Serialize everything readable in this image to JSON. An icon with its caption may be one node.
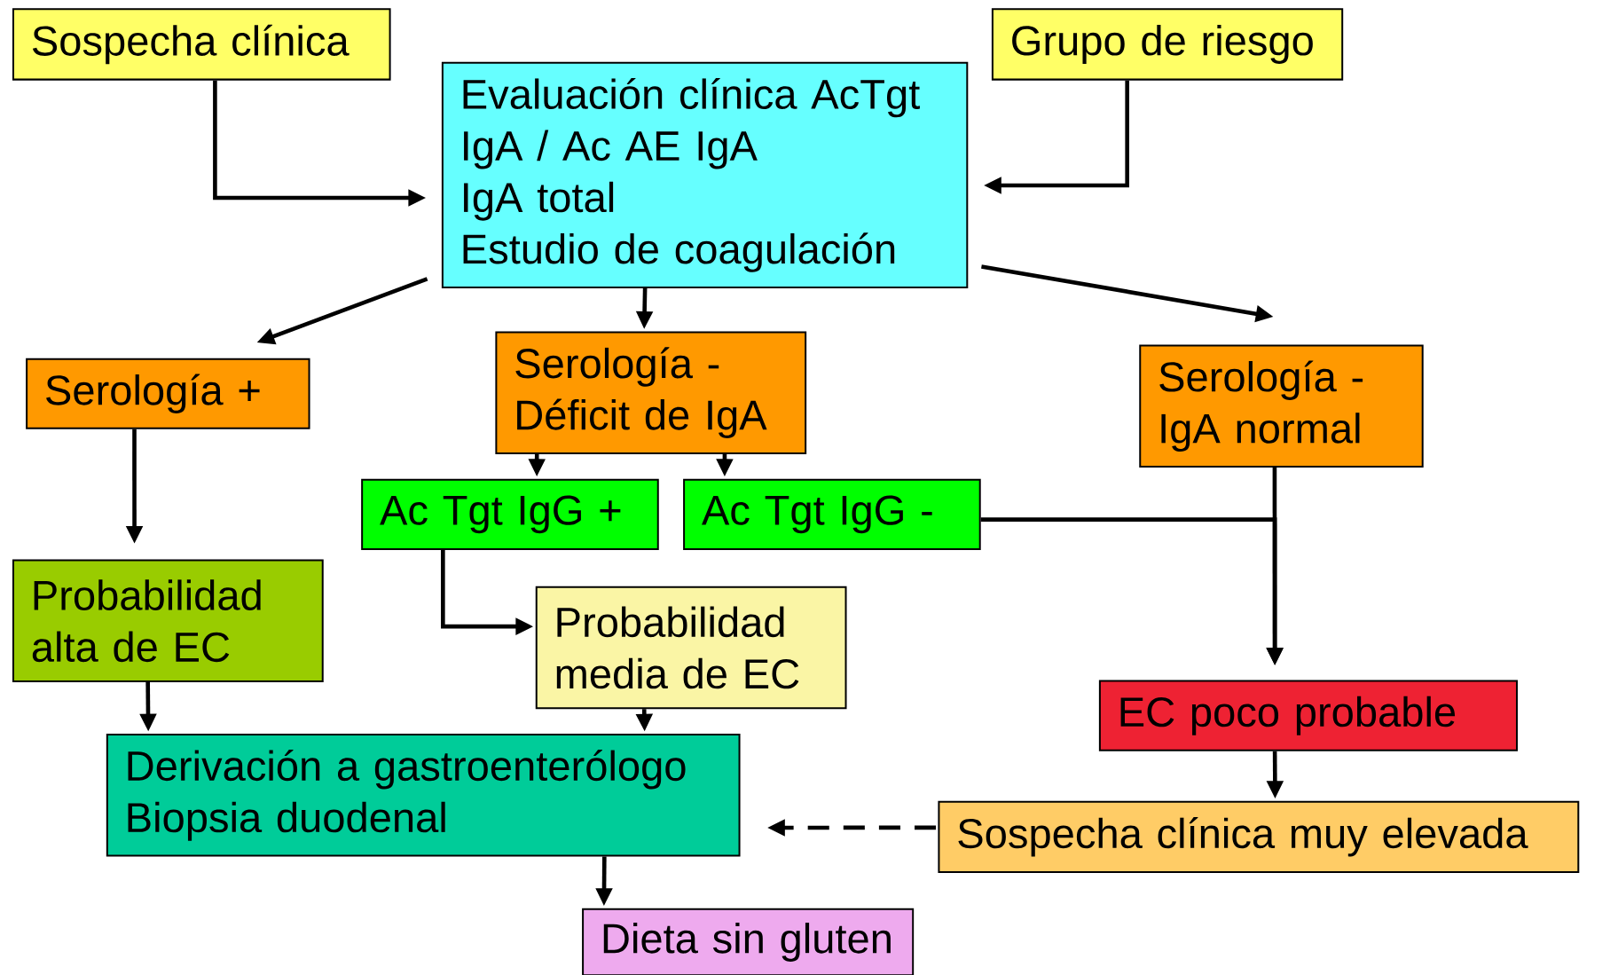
{
  "diagram": {
    "nodes": [
      {
        "text": [
          "Sospecha clínica"
        ]
      },
      {
        "text": [
          "Evaluación clínica AcTgt IgA / Ac AE IgA",
          "IgA total",
          "Estudio de coagulación"
        ]
      },
      {
        "text": [
          "Grupo de riesgo"
        ]
      },
      {
        "text": [
          "Serología +"
        ]
      },
      {
        "text": [
          "Serología - Déficit de IgA"
        ]
      },
      {
        "text": [
          "Serología - IgA normal"
        ]
      },
      {
        "text": [
          "Ac Tgt IgG +"
        ]
      },
      {
        "text": [
          "Ac Tgt IgG -"
        ]
      },
      {
        "text": [
          "Probabilidad alta de EC"
        ]
      },
      {
        "text": [
          "Probabilidad media de EC"
        ]
      },
      {
        "text": [
          "EC poco probable"
        ]
      },
      {
        "text": [
          "Derivación a gastroenterólogo",
          "Biopsia duodenal"
        ]
      },
      {
        "text": [
          "Sospecha clínica muy elevada"
        ]
      },
      {
        "text": [
          "Dieta sin gluten"
        ]
      }
    ],
    "edges": [
      {
        "from": 0,
        "to": 1,
        "arrow": "to"
      },
      {
        "from": 2,
        "to": 1,
        "arrow": "to"
      },
      {
        "from": 1,
        "to": 3,
        "arrow": "to"
      },
      {
        "from": 1,
        "to": 4,
        "arrow": "to"
      },
      {
        "from": 1,
        "to": 5,
        "arrow": "to"
      },
      {
        "from": 4,
        "to": 6,
        "arrow": "to"
      },
      {
        "from": 4,
        "to": 7,
        "arrow": "to"
      },
      {
        "from": 3,
        "to": 8,
        "arrow": "to"
      },
      {
        "from": 6,
        "to": 9,
        "arrow": "to"
      },
      {
        "from": 7,
        "to": 10,
        "arrow": "to"
      },
      {
        "from": 5,
        "to": 10,
        "arrow": "to"
      },
      {
        "from": 8,
        "to": 11,
        "arrow": "to"
      },
      {
        "from": 9,
        "to": 11,
        "arrow": "to"
      },
      {
        "from": 10,
        "to": 12,
        "arrow": "to"
      },
      {
        "from": 12,
        "to": 11,
        "arrow": "to",
        "style": "dashed"
      },
      {
        "from": 11,
        "to": 13,
        "arrow": "to"
      }
    ]
  }
}
